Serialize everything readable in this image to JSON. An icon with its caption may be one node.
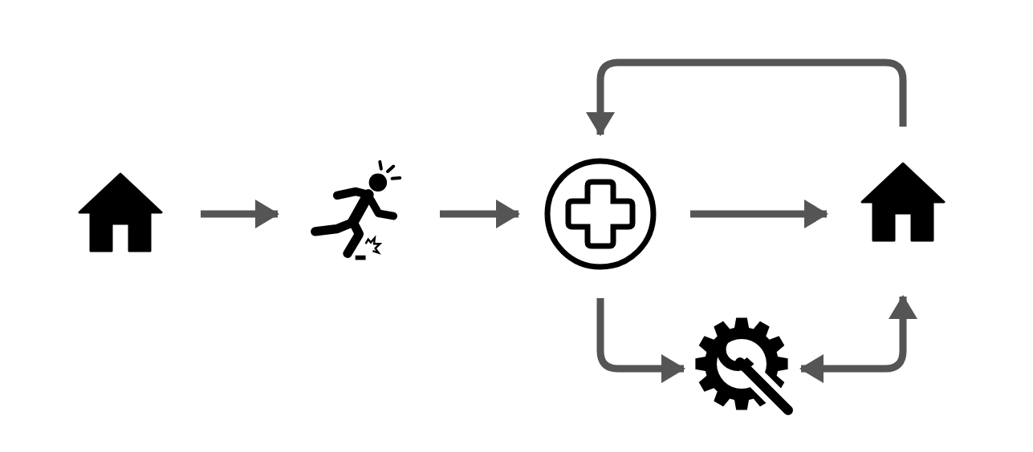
{
  "diagram": {
    "nodes": [
      {
        "text": [],
        "shape": "house"
      },
      {
        "text": [],
        "shape": "person"
      },
      {
        "text": [],
        "shape": "circle"
      },
      {
        "text": [],
        "shape": "house"
      },
      {
        "text": [],
        "shape": "gear"
      }
    ],
    "edges": [
      {
        "from": 0,
        "to": 1,
        "arrow": "to"
      },
      {
        "from": 1,
        "to": 2,
        "arrow": "to"
      },
      {
        "from": 2,
        "to": 3,
        "arrow": "to"
      },
      {
        "from": 3,
        "to": 2,
        "arrow": "to"
      },
      {
        "from": 2,
        "to": 4,
        "arrow": "to"
      },
      {
        "from": 4,
        "to": 3,
        "arrow": "both"
      }
    ]
  }
}
